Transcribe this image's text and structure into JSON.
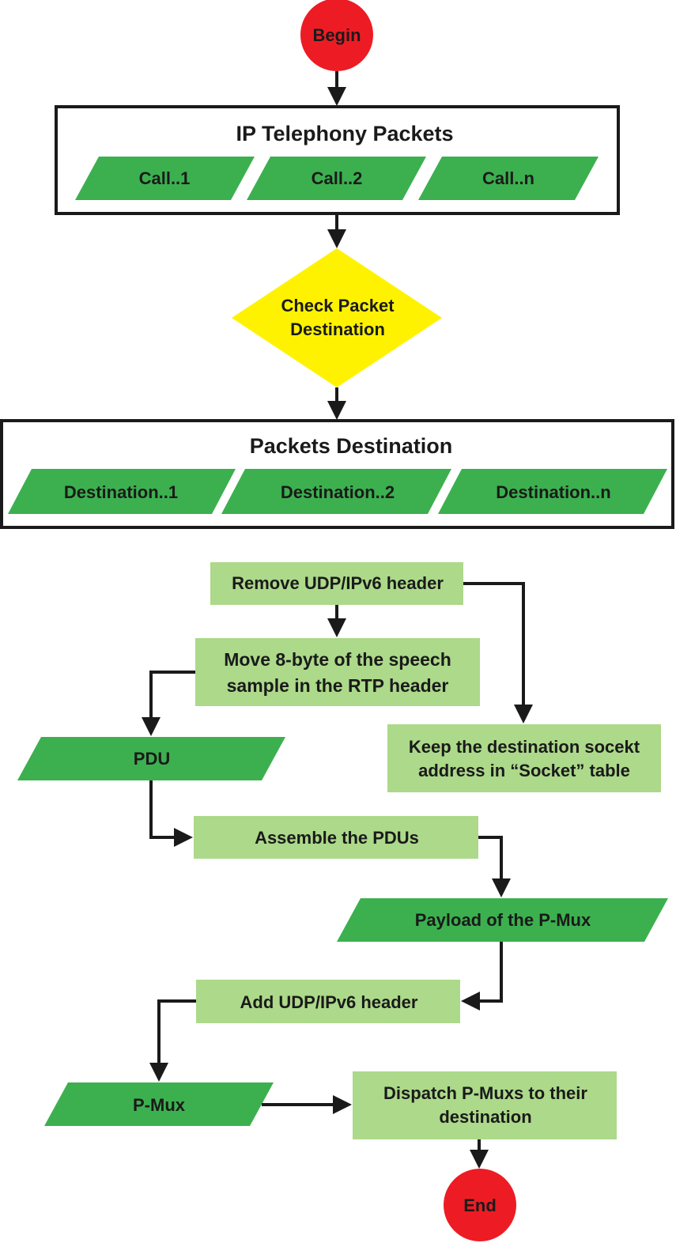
{
  "diagram": {
    "begin": "Begin",
    "end": "End",
    "ip_packets": {
      "title": "IP Telephony Packets",
      "calls": [
        "Call..1",
        "Call..2",
        "Call..n"
      ]
    },
    "check": {
      "line1": "Check Packet",
      "line2": "Destination"
    },
    "packets_destination": {
      "title": "Packets Destination",
      "destinations": [
        "Destination..1",
        "Destination..2",
        "Destination..n"
      ]
    },
    "remove_header": "Remove UDP/IPv6 header",
    "move_speech": {
      "line1": "Move 8-byte of the speech",
      "line2": "sample in the RTP header"
    },
    "keep_socket": {
      "line1": "Keep the destination socekt",
      "line2": "address in “Socket” table"
    },
    "pdu": "PDU",
    "assemble": "Assemble the PDUs",
    "payload": "Payload of the P-Mux",
    "add_header": "Add UDP/IPv6 header",
    "pmux": "P-Mux",
    "dispatch": {
      "line1": "Dispatch P-Muxs to their",
      "line2": "destination"
    },
    "colors": {
      "terminal": "#ed1c24",
      "decision": "#fff200",
      "io_green": "#3cb04f",
      "process_green": "#acd98a",
      "stroke": "#1a1a1a"
    }
  }
}
